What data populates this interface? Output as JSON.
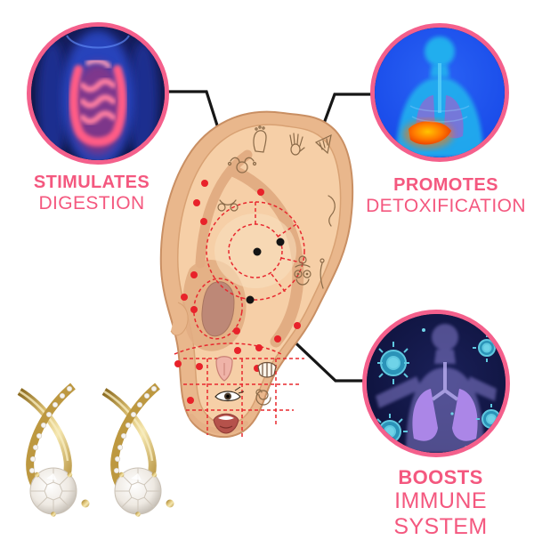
{
  "benefits": [
    {
      "id": "digestion",
      "line1": "STIMULATES",
      "line2": "DIGESTION",
      "circle_image": "digestive-system-xray"
    },
    {
      "id": "detoxification",
      "line1": "PROMOTES",
      "line2": "DETOXIFICATION",
      "circle_image": "liver-detox-xray"
    },
    {
      "id": "immune",
      "line1": "BOOSTS",
      "line2": "IMMUNE SYSTEM",
      "circle_image": "immune-system-virus"
    }
  ],
  "ear_map": {
    "illustration": "ear-reflexology-acupressure-map",
    "icons": [
      "foot-icon",
      "hand-icon",
      "uterus-icon",
      "pelvis-icon",
      "body-figure-icon",
      "breasts-icon",
      "knee-icon",
      "tongue-icon",
      "teeth-icon",
      "eye-icon",
      "cochlea-icon",
      "mouth-icon"
    ],
    "pressure_point_color": "#e8222a"
  },
  "product": {
    "image": "gold-crystal-stud-earrings"
  },
  "colors": {
    "accent_pink": "#f4587f",
    "circle_border": "#f4608c",
    "leader_line": "#161616",
    "ear_skin": "#f6cfa7",
    "ear_band": "#e9b78c",
    "map_red": "#e8282f"
  }
}
